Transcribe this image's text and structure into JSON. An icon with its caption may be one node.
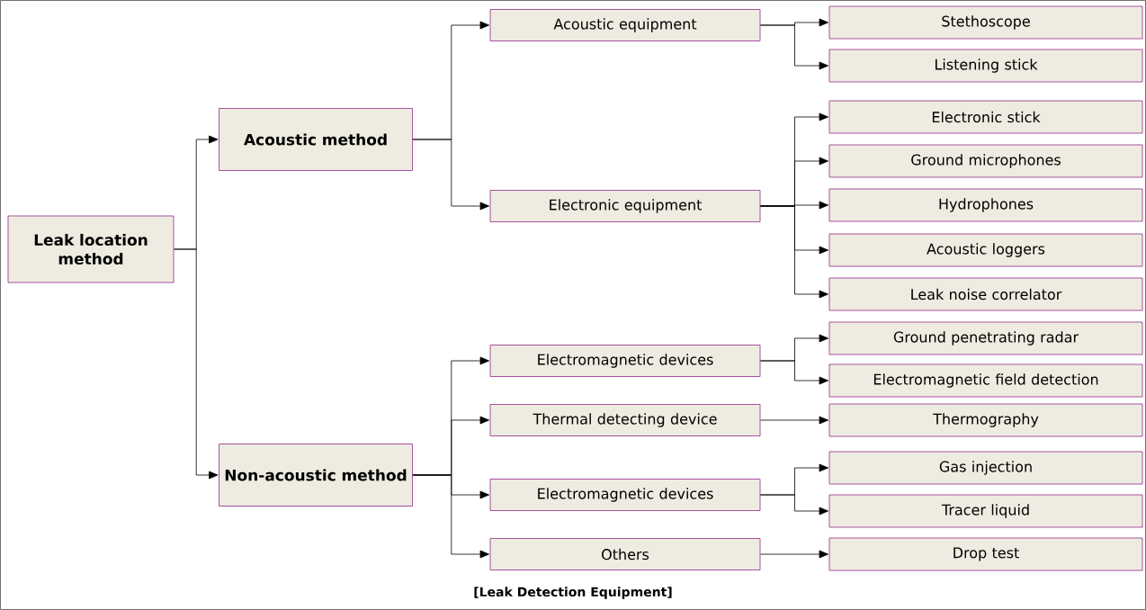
{
  "diagram": {
    "caption": "[Leak Detection Equipment]",
    "nodes": [
      {
        "text": [
          "Leak location method"
        ]
      },
      {
        "text": [
          "Acoustic method"
        ]
      },
      {
        "text": [
          "Non-acoustic method"
        ]
      },
      {
        "text": [
          "Acoustic equipment"
        ]
      },
      {
        "text": [
          "Electronic equipment"
        ]
      },
      {
        "text": [
          "Electromagnetic devices"
        ]
      },
      {
        "text": [
          "Thermal detecting device"
        ]
      },
      {
        "text": [
          "Electromagnetic devices"
        ]
      },
      {
        "text": [
          "Others"
        ]
      },
      {
        "text": [
          "Stethoscope"
        ]
      },
      {
        "text": [
          "Listening stick"
        ]
      },
      {
        "text": [
          "Electronic stick"
        ]
      },
      {
        "text": [
          "Ground microphones"
        ]
      },
      {
        "text": [
          "Hydrophones"
        ]
      },
      {
        "text": [
          "Acoustic loggers"
        ]
      },
      {
        "text": [
          "Leak noise correlator"
        ]
      },
      {
        "text": [
          "Ground penetrating radar"
        ]
      },
      {
        "text": [
          "Electromagnetic field detection"
        ]
      },
      {
        "text": [
          "Thermography"
        ]
      },
      {
        "text": [
          "Gas injection"
        ]
      },
      {
        "text": [
          "Tracer liquid"
        ]
      },
      {
        "text": [
          "Drop test"
        ]
      }
    ],
    "edges": [
      {
        "from": 0,
        "to": 1,
        "arrow": "to"
      },
      {
        "from": 0,
        "to": 2,
        "arrow": "to"
      },
      {
        "from": 1,
        "to": 3,
        "arrow": "to"
      },
      {
        "from": 1,
        "to": 4,
        "arrow": "to"
      },
      {
        "from": 2,
        "to": 5,
        "arrow": "to"
      },
      {
        "from": 2,
        "to": 6,
        "arrow": "to"
      },
      {
        "from": 2,
        "to": 7,
        "arrow": "to"
      },
      {
        "from": 2,
        "to": 8,
        "arrow": "to"
      },
      {
        "from": 3,
        "to": 9,
        "arrow": "to"
      },
      {
        "from": 3,
        "to": 10,
        "arrow": "to"
      },
      {
        "from": 4,
        "to": 11,
        "arrow": "to"
      },
      {
        "from": 4,
        "to": 12,
        "arrow": "to"
      },
      {
        "from": 4,
        "to": 13,
        "arrow": "to"
      },
      {
        "from": 4,
        "to": 14,
        "arrow": "to"
      },
      {
        "from": 4,
        "to": 15,
        "arrow": "to"
      },
      {
        "from": 5,
        "to": 16,
        "arrow": "to"
      },
      {
        "from": 5,
        "to": 17,
        "arrow": "to"
      },
      {
        "from": 6,
        "to": 18,
        "arrow": "to"
      },
      {
        "from": 7,
        "to": 19,
        "arrow": "to"
      },
      {
        "from": 7,
        "to": 20,
        "arrow": "to"
      },
      {
        "from": 8,
        "to": 21,
        "arrow": "to"
      }
    ]
  }
}
